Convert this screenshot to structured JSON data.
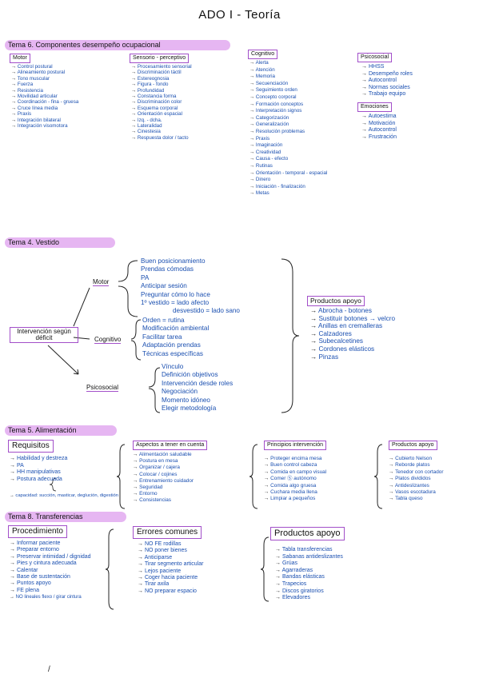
{
  "title": "ADO I - Teoría",
  "tema6": {
    "heading": "Tema 6. Componentes desempeño ocupacional",
    "motor": {
      "label": "Motor",
      "items": [
        "Control postural",
        "Alineamiento postural",
        "Tono muscular",
        "Fuerza",
        "Resistencia",
        "Movilidad articular",
        "Coordinación - fina - gruesa",
        "Cruce línea media",
        "Praxis",
        "Integración bilateral",
        "Integración visomotora"
      ]
    },
    "sensorio": {
      "label": "Sensorio - perceptivo",
      "items": [
        "Procesamiento sensorial",
        "Discriminación táctil",
        "Estereognosia",
        "Figura - fondo",
        "Profundidad",
        "Constancia forma",
        "Discriminación color",
        "Esquema corporal",
        "Orientación espacial",
        "Izq. - dcha.",
        "Lateralidad",
        "Cinestesia",
        "Respuesta dolor / tacto"
      ]
    },
    "cognitivo": {
      "label": "Cognitivo",
      "items": [
        "Alerta",
        "Atención",
        "Memoria",
        "Secuenciación",
        "Seguimiento orden",
        "Concepto corporal",
        "Formación conceptos",
        "Interpretación signos",
        "Categorización",
        "Generalización",
        "Resolución problemas",
        "Praxis",
        "Imaginación",
        "Creatividad",
        "Causa - efecto",
        "Rutinas",
        "Orientación - temporal - espacial",
        "Dinero",
        "Iniciación - finalización",
        "Metas"
      ]
    },
    "psicosocial": {
      "label": "Psicosocial",
      "items": [
        "HHSS",
        "Desempeño roles",
        "Autocontrol",
        "Normas sociales",
        "Trabajo equipo"
      ]
    },
    "emociones": {
      "label": "Emociones",
      "items": [
        "Autoestima",
        "Motivación",
        "Autocontrol",
        "Frustración"
      ]
    }
  },
  "tema4": {
    "heading": "Tema 4. Vestido",
    "center": "Intervención según déficit",
    "motor": {
      "label": "Motor",
      "items": [
        "Buen posicionamiento",
        "Prendas cómodas",
        "PA",
        "Anticipar sesión",
        "Preguntar cómo lo hace",
        "1º vestido = lado afecto",
        "desvestido = lado sano"
      ]
    },
    "cognitivo": {
      "label": "Cognitivo",
      "items": [
        "Orden = rutina",
        "Modificación ambiental",
        "Facilitar tarea",
        "Adaptación prendas",
        "Técnicas específicas"
      ]
    },
    "psicosocial": {
      "label": "Psicosocial",
      "items": [
        "Vínculo",
        "Definición objetivos",
        "Intervención desde roles",
        "Negociación",
        "Momento idóneo",
        "Elegir metodología"
      ]
    },
    "productos": {
      "label": "Productos apoyo",
      "items": [
        "Abrocha - botones",
        "Sustituir botones → velcro",
        "Anillas en cremalleras",
        "Calzadores",
        "Subecalcetines",
        "Cordones elásticos",
        "Pinzas"
      ]
    }
  },
  "tema5": {
    "heading": "Tema 5. Alimentación",
    "requisitos": {
      "label": "Requisitos",
      "items": [
        "Habilidad y destreza",
        "PA",
        "HH manipulativas",
        "Postura adecuada",
        "capacidad: succión, masticar, deglución, digestión"
      ]
    },
    "aspectos": {
      "label": "Aspectos a tener en cuenta",
      "items": [
        "Alimentación saludable",
        "Postura en mesa",
        "Organizar / cajera",
        "Colocar / cojines",
        "Entrenamiento cuidador",
        "Seguridad",
        "Entorno",
        "Consistencias"
      ]
    },
    "principios": {
      "label": "Principios intervención",
      "items": [
        "Proteger encima mesa",
        "Buen control cabeza",
        "Comida en campo visual",
        "Comer Ⓢ autónomo",
        "Comida algo gruesa",
        "Cuchara media llena",
        "Limpiar a pequeños"
      ]
    },
    "productos": {
      "label": "Productos apoyo",
      "items": [
        "Cubierto Nelson",
        "Reborde platos",
        "Tenedor con cortador",
        "Platos divididos",
        "Antideslizantes",
        "Vasos escotadura",
        "Tabla queso"
      ]
    }
  },
  "tema8": {
    "heading": "Tema 8. Transferencias",
    "procedimiento": {
      "label": "Procedimiento",
      "items": [
        "Informar paciente",
        "Preparar entorno",
        "Preservar intimidad / dignidad",
        "Pies y cintura adecuada",
        "Calentar",
        "Base de sustentación",
        "Puntos apoyo",
        "FE plena",
        "NO lineales flexo / girar cintura"
      ]
    },
    "errores": {
      "label": "Errores comunes",
      "items": [
        "NO FE rodillas",
        "NO poner bienes",
        "Anticiparse",
        "Tirar segmento articular",
        "Lejos paciente",
        "Coger hacia paciente",
        "Tirar axila",
        "NO preparar espacio"
      ]
    },
    "productos": {
      "label": "Productos apoyo",
      "items": [
        "Tabla transferencias",
        "Sabanas antideslizantes",
        "Grúas",
        "Agarraderas",
        "Bandas elásticas",
        "Trapecios",
        "Discos giratorios",
        "Elevadores"
      ]
    }
  },
  "footer_mark": "/"
}
